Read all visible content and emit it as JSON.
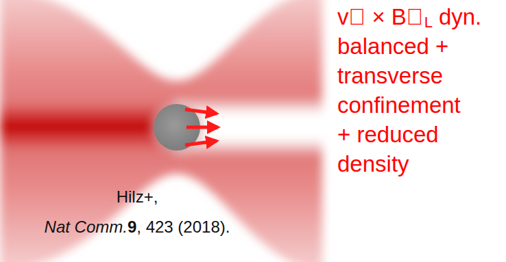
{
  "diagram": {
    "labels": [
      "v⃗ × B⃗",
      "L",
      "dyn.",
      "balanced +",
      "transverse",
      "confinement",
      "+ reduced",
      "density",
      "Hilz+,",
      "Nat Comm.",
      "9",
      ", 423 (2018)."
    ]
  }
}
